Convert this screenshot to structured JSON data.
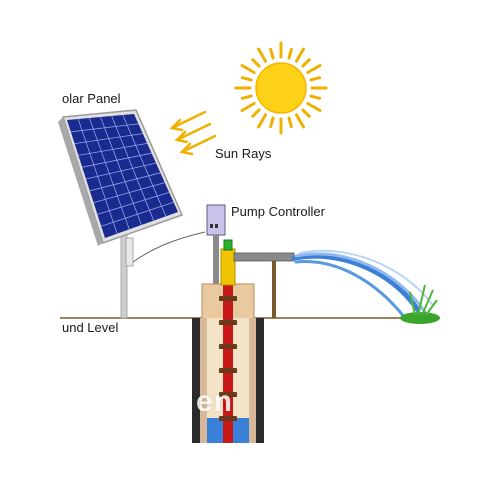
{
  "labels": {
    "solar_panel": "olar Panel",
    "sun_rays": "Sun Rays",
    "pump_controller": "Pump Controller",
    "ground_level": "und Level"
  },
  "watermark": "en",
  "colors": {
    "sun": "#ffd21a",
    "sun_rays": "#f0b000",
    "panel_cell": "#1a2a8e",
    "panel_frame": "#c8c8c8",
    "pipe_red": "#c81818",
    "water": "#3a7fd8",
    "well_casing": "#e8c9a0",
    "controller": "#c9c3ea",
    "pump_head": "#f0c400",
    "grass": "#3aa52a",
    "ground_line": "#7a5a2a"
  },
  "icons": [
    "sun-icon",
    "arrow-icon",
    "solar-panel-icon",
    "pump-controller-icon",
    "well-pump-icon",
    "water-spray-icon",
    "grass-icon"
  ]
}
